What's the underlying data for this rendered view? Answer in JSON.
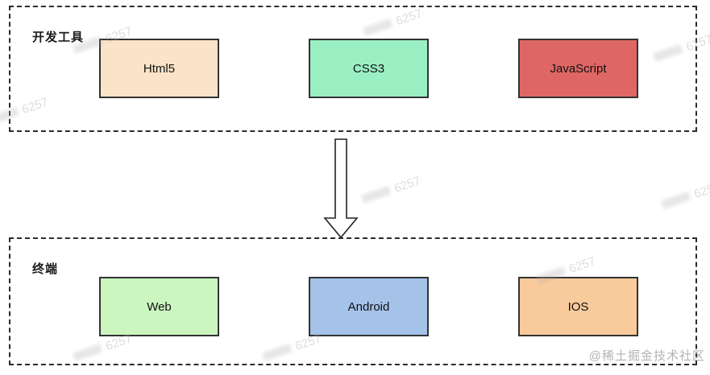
{
  "diagram": {
    "top_section": {
      "label": "开发工具",
      "boxes": [
        {
          "label": "Html5",
          "fill": "#FAE3C7"
        },
        {
          "label": "CSS3",
          "fill": "#9AEFC3"
        },
        {
          "label": "JavaScript",
          "fill": "#DE6765"
        }
      ]
    },
    "bottom_section": {
      "label": "终端",
      "boxes": [
        {
          "label": "Web",
          "fill": "#CBF6C0"
        },
        {
          "label": "Android",
          "fill": "#A5C2E8"
        },
        {
          "label": "IOS",
          "fill": "#F9CA9B"
        }
      ]
    }
  },
  "arrow": {
    "name": "down-arrow",
    "stroke": "#222222",
    "fill": "#ffffff"
  },
  "watermarks": {
    "diagonal": "6257",
    "credit": "@稀土掘金技术社区"
  },
  "colors": {
    "section_border": "#2b2b2b",
    "node_border": "#333333",
    "background": "#ffffff"
  }
}
